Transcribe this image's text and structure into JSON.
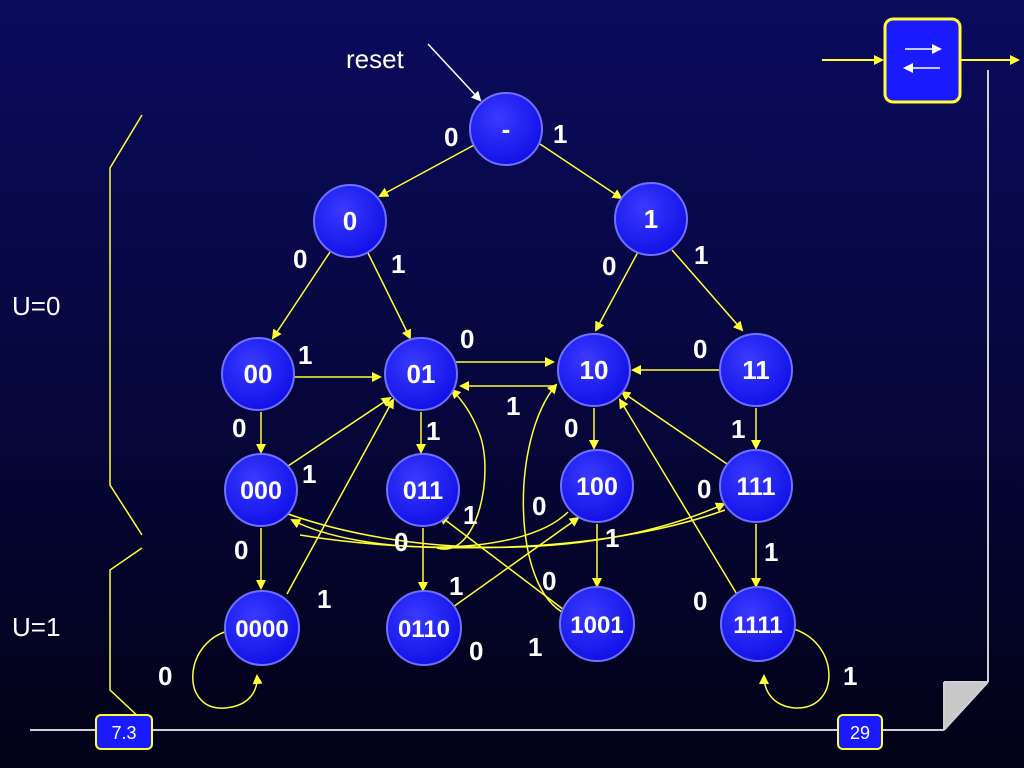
{
  "reset_label": "reset",
  "u0_label": "U=0",
  "u1_label": "U=1",
  "section_label": "7.3",
  "page_number": "29",
  "colors": {
    "background": "#0b0b5e",
    "node_fill": "#1a1aff",
    "node_stroke": "#6a6aff",
    "edge": "#ffff33",
    "text": "#ffffff"
  },
  "nodes": {
    "root": "-",
    "n0": "0",
    "n1": "1",
    "n00": "00",
    "n01": "01",
    "n10": "10",
    "n11": "11",
    "n000": "000",
    "n011": "011",
    "n100": "100",
    "n111": "111",
    "n0000": "0000",
    "n0110": "0110",
    "n1001": "1001",
    "n1111": "1111"
  },
  "edge_labels": {
    "root_0": "0",
    "root_1": "1",
    "n0_0": "0",
    "n0_1": "1",
    "n1_0": "0",
    "n1_1": "1",
    "n00_1": "1",
    "n00_0": "0",
    "n01_0": "0",
    "n01_1": "1",
    "n10_1": "1",
    "n10_0": "0",
    "n11_0": "0",
    "n11_1": "1",
    "n000_1": "1",
    "n000_0": "0",
    "n011_1": "1",
    "n011_0": "0",
    "n100_0": "0",
    "n100_1": "1",
    "n111_0": "0",
    "n111_1": "1",
    "n0000_1": "1",
    "n0000_0": "0",
    "n0110_1": "1",
    "n0110_0": "0",
    "n1001_0": "0",
    "n1001_1": "1",
    "n1111_0": "0",
    "n1111_1": "1"
  }
}
